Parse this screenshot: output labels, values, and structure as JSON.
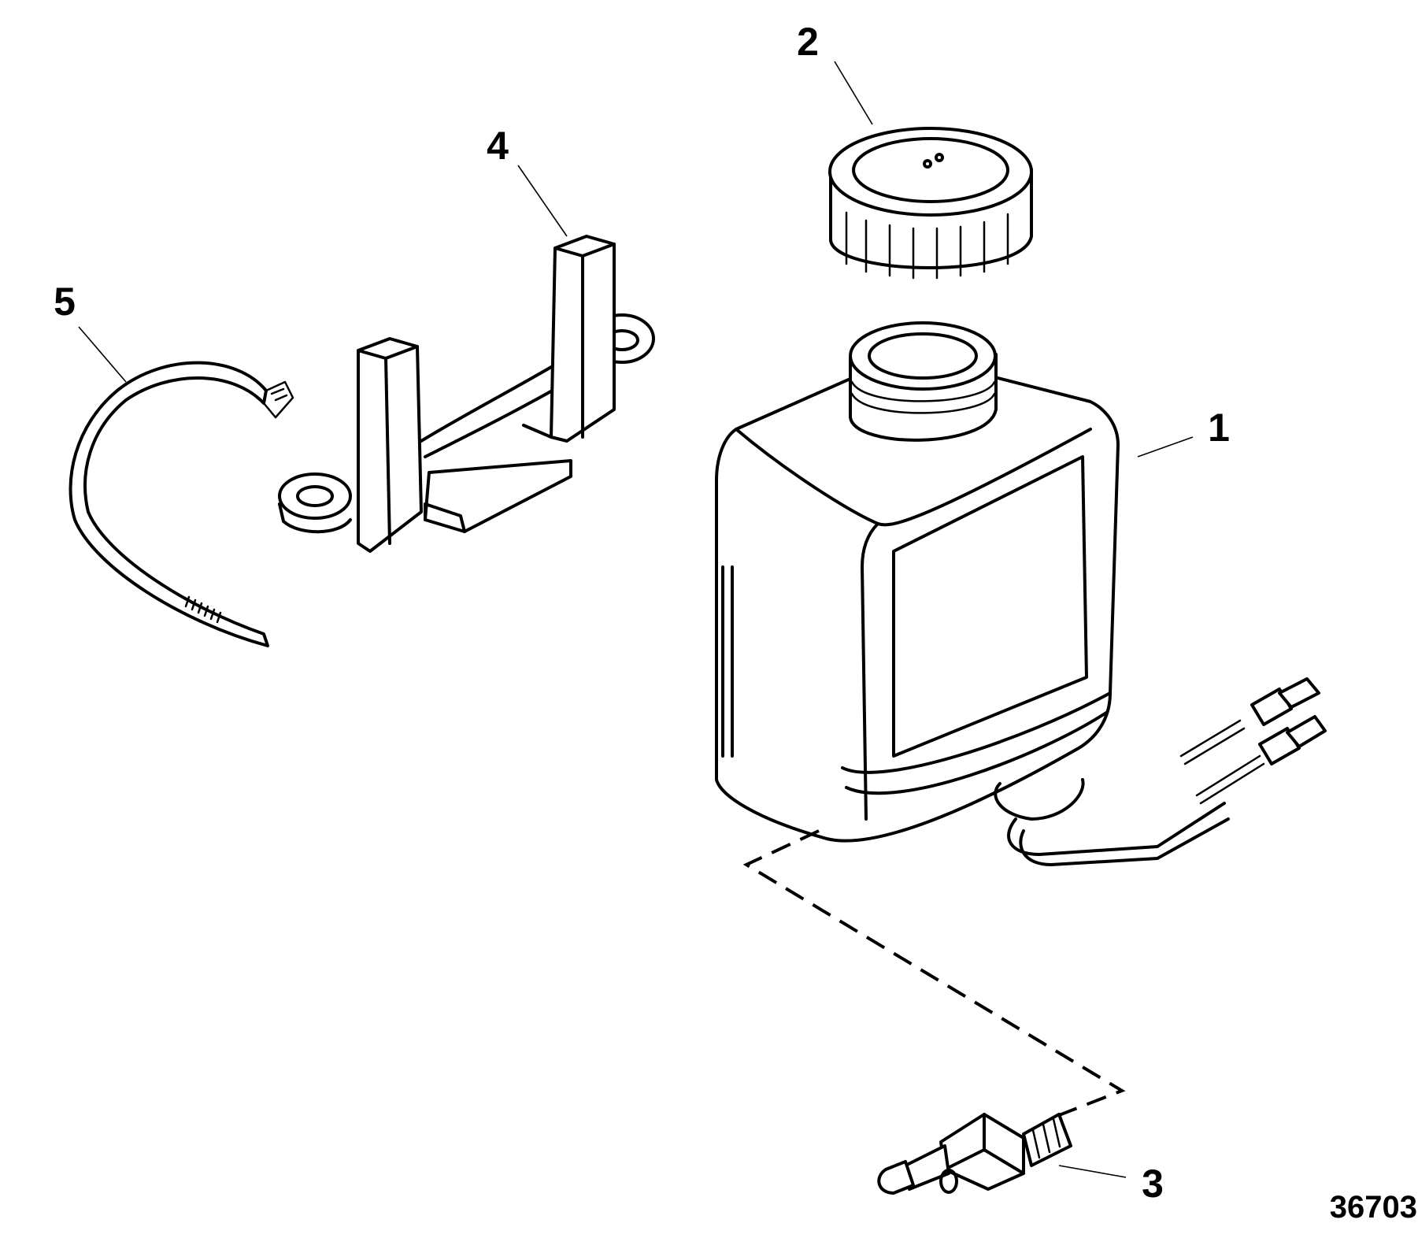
{
  "diagram": {
    "drawing_number": "36703",
    "callouts": [
      {
        "id": "1",
        "label": "1",
        "part": "reservoir"
      },
      {
        "id": "2",
        "label": "2",
        "part": "cap"
      },
      {
        "id": "3",
        "label": "3",
        "part": "fitting"
      },
      {
        "id": "4",
        "label": "4",
        "part": "bracket"
      },
      {
        "id": "5",
        "label": "5",
        "part": "cable-tie"
      }
    ]
  }
}
